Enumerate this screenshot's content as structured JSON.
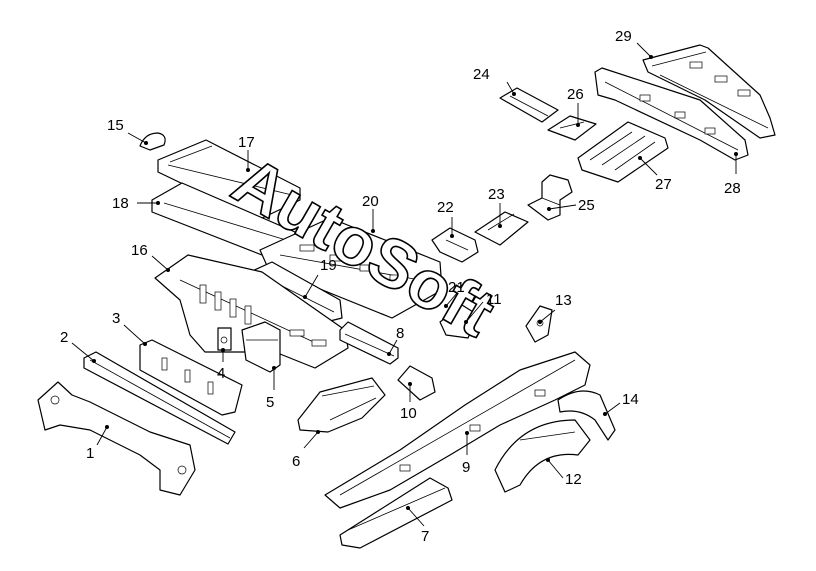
{
  "watermark": "AutoSoft",
  "callouts": [
    {
      "id": "1",
      "label": "1"
    },
    {
      "id": "2",
      "label": "2"
    },
    {
      "id": "3",
      "label": "3"
    },
    {
      "id": "4",
      "label": "4"
    },
    {
      "id": "5",
      "label": "5"
    },
    {
      "id": "6",
      "label": "6"
    },
    {
      "id": "7",
      "label": "7"
    },
    {
      "id": "8",
      "label": "8"
    },
    {
      "id": "9",
      "label": "9"
    },
    {
      "id": "10",
      "label": "10"
    },
    {
      "id": "11",
      "label": "11"
    },
    {
      "id": "12",
      "label": "12"
    },
    {
      "id": "13",
      "label": "13"
    },
    {
      "id": "14",
      "label": "14"
    },
    {
      "id": "15",
      "label": "15"
    },
    {
      "id": "16",
      "label": "16"
    },
    {
      "id": "17",
      "label": "17"
    },
    {
      "id": "18",
      "label": "18"
    },
    {
      "id": "19",
      "label": "19"
    },
    {
      "id": "20",
      "label": "20"
    },
    {
      "id": "21",
      "label": "21"
    },
    {
      "id": "22",
      "label": "22"
    },
    {
      "id": "23",
      "label": "23"
    },
    {
      "id": "24",
      "label": "24"
    },
    {
      "id": "25",
      "label": "25"
    },
    {
      "id": "26",
      "label": "26"
    },
    {
      "id": "27",
      "label": "27"
    },
    {
      "id": "28",
      "label": "28"
    },
    {
      "id": "29",
      "label": "29"
    }
  ]
}
